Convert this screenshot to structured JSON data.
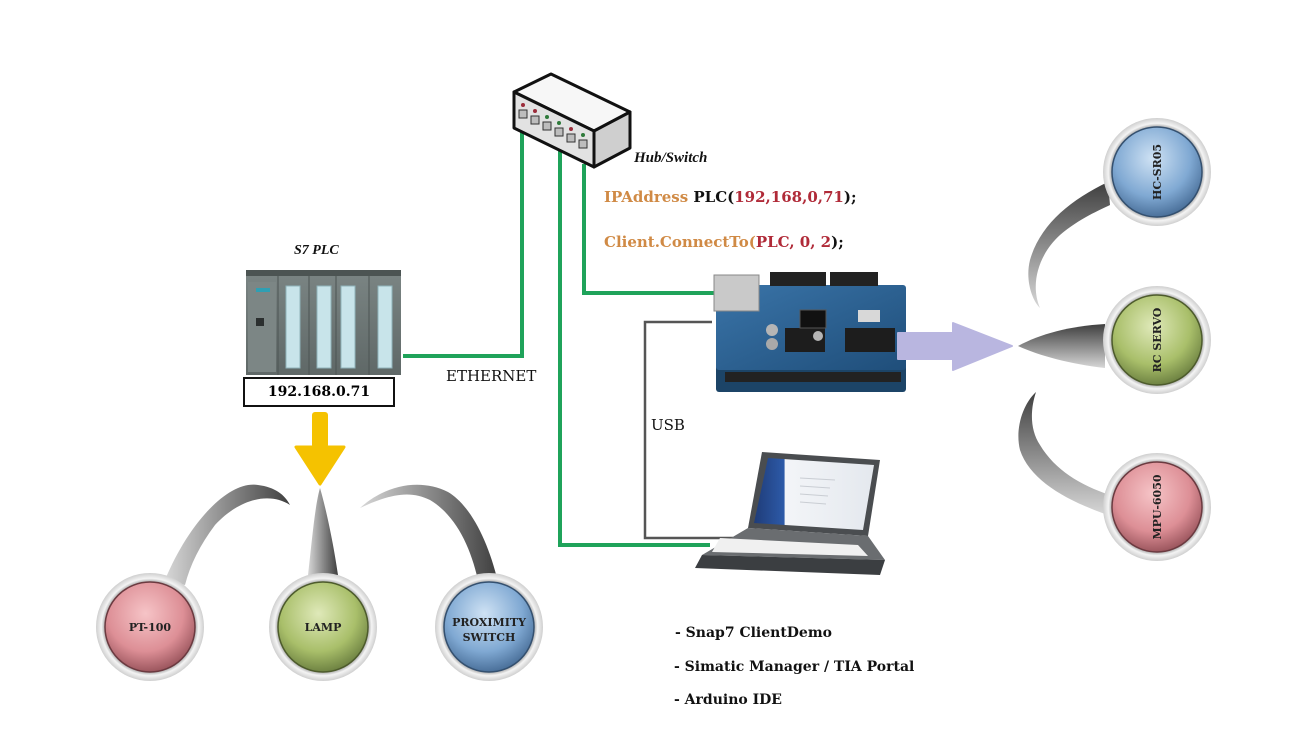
{
  "diagram": {
    "hub": {
      "label": "Hub/Switch"
    },
    "plc": {
      "label": "S7 PLC",
      "ip_address": "192.168.0.71"
    },
    "ethernet_label": "ETHERNET",
    "usb_label": "USB",
    "code": {
      "line1": {
        "keyword": "IPAddress",
        "name": " PLC(",
        "args": "192,168,0,71",
        "close": ");"
      },
      "line2": {
        "keyword": "Client.ConnectTo(",
        "args": "PLC, 0, 2",
        "close": ");"
      }
    },
    "plc_io": [
      {
        "label": "PT-100",
        "color": "#e8a3a8"
      },
      {
        "label": "LAMP",
        "color": "#b7cc7f"
      },
      {
        "label": "PROXIMITY",
        "label2": "SWITCH",
        "color": "#8fb6dd"
      }
    ],
    "arduino_io": [
      {
        "label": "HC-SR05",
        "color": "#8fb6dd"
      },
      {
        "label": "RC SERVO",
        "color": "#b7cc7f"
      },
      {
        "label": "MPU-6050",
        "color": "#e8a3a8"
      }
    ],
    "software": [
      "- Snap7 ClientDemo",
      "- Simatic Manager / TIA Portal",
      "- Arduino IDE"
    ],
    "colors": {
      "ethernet_cable": "#1fa35a",
      "usb_cable": "#555555",
      "plc_arrow": "#f5c200",
      "arduino_arrow": "#b9b6e0",
      "code_keyword": "#d08a45",
      "code_args": "#b02a38"
    }
  }
}
